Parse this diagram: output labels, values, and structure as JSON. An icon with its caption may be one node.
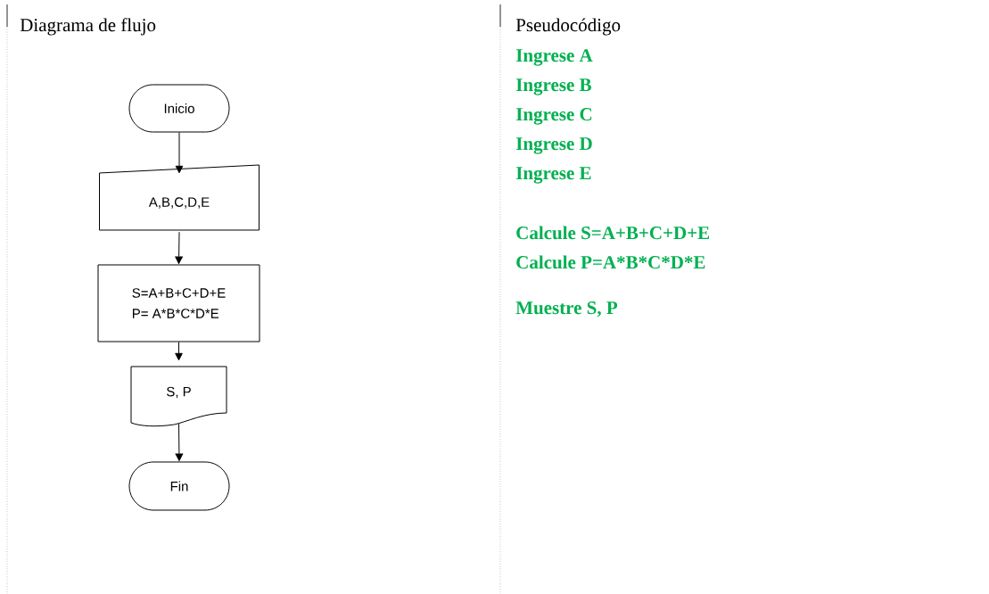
{
  "diagram": {
    "nodes": [
      {
        "text": [
          "Inicio"
        ]
      },
      {
        "text": [
          "A,B,C,D,E"
        ]
      },
      {
        "text": [
          "S=A+B+C+D+E",
          "P= A*B*C*D*E"
        ]
      },
      {
        "text": [
          "S, P"
        ]
      },
      {
        "text": [
          "Fin"
        ]
      }
    ],
    "edges": [
      {
        "from": 0,
        "to": 1,
        "arrow": "to"
      },
      {
        "from": 1,
        "to": 2,
        "arrow": "to"
      },
      {
        "from": 2,
        "to": 3,
        "arrow": "to"
      },
      {
        "from": 3,
        "to": 4,
        "arrow": "to"
      }
    ],
    "labels": [
      "Diagrama de flujo",
      "Pseudocódigo",
      "Ingrese A",
      "Ingrese B",
      "Ingrese C",
      "Ingrese D",
      "Ingrese E",
      "Calcule S=A+B+C+D+E",
      "Calcule P=A*B*C*D*E",
      "Muestre S, P"
    ]
  }
}
